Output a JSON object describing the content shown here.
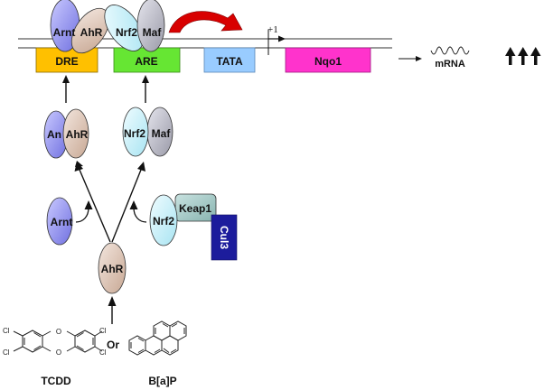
{
  "promoter": {
    "elements": [
      {
        "id": "dre",
        "label": "DRE",
        "color": "#FFC000"
      },
      {
        "id": "are",
        "label": "ARE",
        "color": "#66E633"
      },
      {
        "id": "tata",
        "label": "TATA",
        "color": "#99CCFF"
      },
      {
        "id": "gene",
        "label": "Nqo1",
        "color": "#FF33CC"
      }
    ],
    "tss_label": "+1"
  },
  "bound_complexes": {
    "dre_pair": {
      "left": "Arnt",
      "right": "AhR"
    },
    "are_pair": {
      "left": "Nrf2",
      "right": "Maf"
    }
  },
  "dimers": {
    "ahr_arnt": {
      "left": "Arnt",
      "left_visible": "An",
      "right": "AhR"
    },
    "nrf2_maf": {
      "left": "Nrf2",
      "right": "Maf"
    }
  },
  "free_proteins": {
    "arnt": "Arnt",
    "ahr": "AhR",
    "nrf2": "Nrf2",
    "keap1": "Keap1",
    "cul3": "Cul3"
  },
  "output": {
    "mrna_label": "mRNA",
    "up_arrows_count": 3
  },
  "ligands": {
    "tcdd": {
      "label": "TCDD",
      "substituent": "Cl",
      "bridge_atom": "O"
    },
    "connector": "Or",
    "bap": {
      "label": "B[a]P"
    }
  },
  "colors": {
    "arnt": "#8C8CF0",
    "ahr": "#D9BFB0",
    "nrf2": "#C8F0F8",
    "maf": "#B8B8C4",
    "keap1": "#9CC4C0",
    "cul3": "#1C1C9C",
    "activation_arrow": "#D80000"
  }
}
